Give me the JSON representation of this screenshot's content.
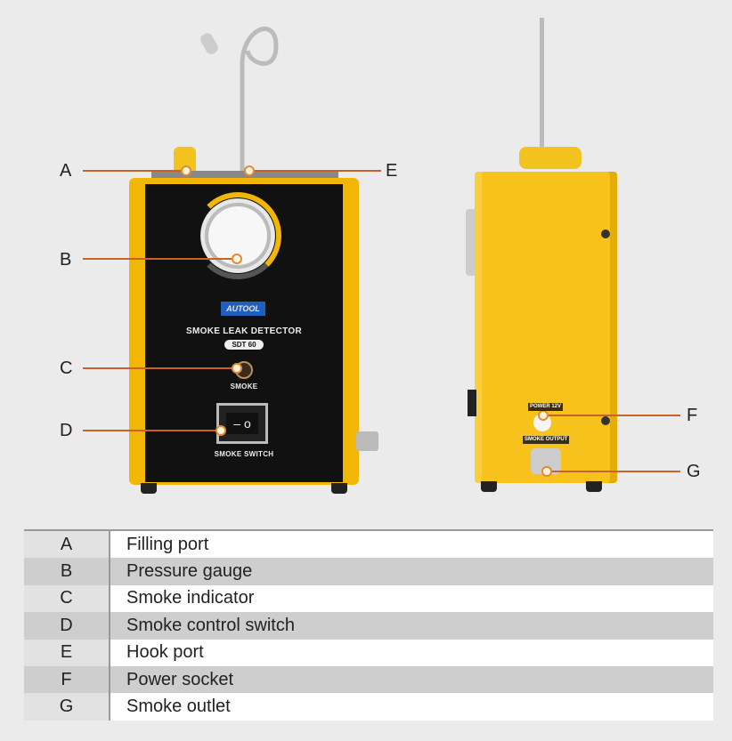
{
  "device": {
    "brand": "AUTOOL",
    "title": "SMOKE LEAK DETECTOR",
    "model": "SDT 60",
    "smoke_label": "SMOKE",
    "switch_label": "SMOKE SWITCH",
    "power_label": "POWER 12V",
    "output_label": "SMOKE OUTPUT"
  },
  "callouts": {
    "A": "A",
    "B": "B",
    "C": "C",
    "D": "D",
    "E": "E",
    "F": "F",
    "G": "G"
  },
  "legend": [
    {
      "key": "A",
      "label": "Filling port"
    },
    {
      "key": "B",
      "label": "Pressure gauge"
    },
    {
      "key": "C",
      "label": "Smoke indicator"
    },
    {
      "key": "D",
      "label": "Smoke control switch"
    },
    {
      "key": "E",
      "label": "Hook port"
    },
    {
      "key": "F",
      "label": "Power socket"
    },
    {
      "key": "G",
      "label": "Smoke outlet"
    }
  ],
  "colors": {
    "body": "#f2b705",
    "panel": "#111111",
    "leader": "#c8622a"
  }
}
